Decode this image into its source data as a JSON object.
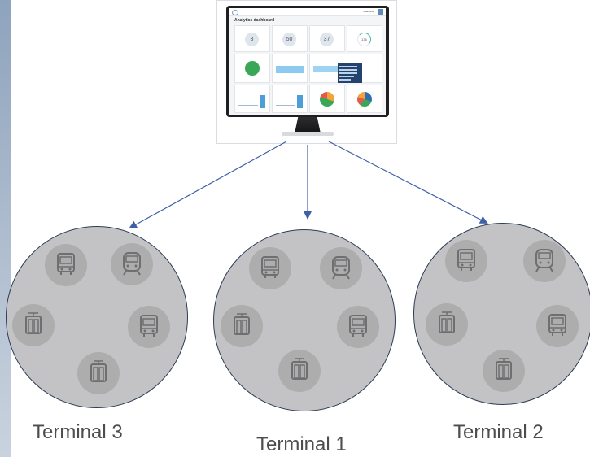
{
  "dashboard": {
    "title": "Analytics dashboard",
    "user_label": "Username",
    "kpis": [
      "3",
      "50",
      "37",
      "136"
    ],
    "accent": "#4a9fd8",
    "pie_colors": [
      "#3aa657",
      "#f2a33c",
      "#2e6db4",
      "#e15b4c"
    ]
  },
  "terminals": [
    {
      "name": "Terminal 3",
      "label": "Terminal 3"
    },
    {
      "name": "Terminal 1",
      "label": "Terminal 1"
    },
    {
      "name": "Terminal 2",
      "label": "Terminal 2"
    }
  ],
  "colors": {
    "circle_fill": "#c3c3c5",
    "circle_border": "#2d3d55",
    "icon_bubble": "#adadae",
    "icon_stroke": "#6f6f72",
    "arrow": "#3f5fa6"
  },
  "icons": [
    "bus-icon",
    "train-icon",
    "tram-icon"
  ]
}
